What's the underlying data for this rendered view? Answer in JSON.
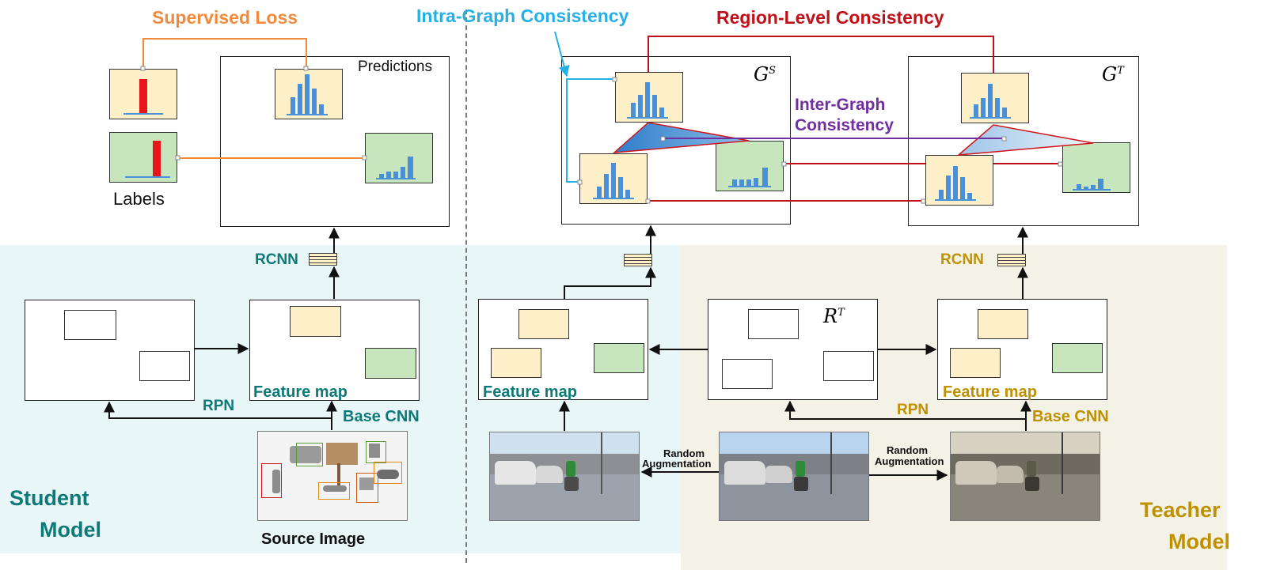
{
  "labels": {
    "supervised_loss": "Supervised Loss",
    "intra_graph": "Intra-Graph Consistency",
    "region_level": "Region-Level Consistency",
    "inter_graph_line1": "Inter-Graph",
    "inter_graph_line2": "Consistency",
    "predictions": "Predictions",
    "labels_text": "Labels",
    "rcnn_student": "RCNN",
    "rcnn_teacher": "RCNN",
    "rpn_student": "RPN",
    "rpn_teacher": "RPN",
    "base_cnn_student": "Base CNN",
    "base_cnn_teacher": "Base CNN",
    "feature_map_student": "Feature map",
    "feature_map_mid": "Feature map",
    "feature_map_teacher": "Feature map",
    "random_aug_left_1": "Random",
    "random_aug_left_2": "Augmentation",
    "random_aug_right_1": "Random",
    "random_aug_right_2": "Augmentation",
    "source_image": "Source Image",
    "student_model_1": "Student",
    "student_model_2": "Model",
    "teacher_model_1": "Teacher",
    "teacher_model_2": "Model",
    "graph_s_base": "G",
    "graph_s_sup": "S",
    "graph_t_base": "G",
    "graph_t_sup": "T",
    "region_t_base": "R",
    "region_t_sup": "T"
  },
  "colors": {
    "orange": "#f08a3c",
    "cyan": "#26b0e6",
    "red": "#c0111b",
    "purple": "#7030a0",
    "teal": "#0e7a78",
    "gold": "#bf9000",
    "bar_blue": "#4a90d9",
    "label_red": "#e8151b"
  }
}
